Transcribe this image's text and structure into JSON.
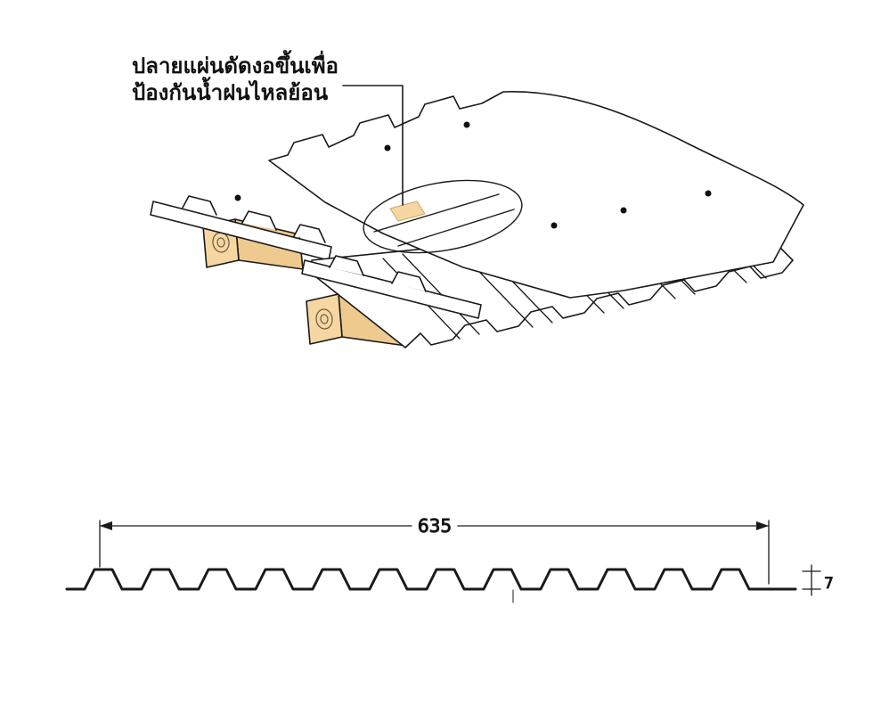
{
  "diagram": {
    "type": "roofing-sheet-installation",
    "annotation": {
      "line1": "ปลายแผ่นดัดงอขึ้นเพื่อ",
      "line2": "ป้องกันน้ำฝนไหลย้อน"
    },
    "profile": {
      "width_label": "635",
      "height_label": "7"
    },
    "colors": {
      "line": "#1a1a1a",
      "wood": "#f6d7a2",
      "wood_shade": "#efca8e",
      "sheet": "#ffffff",
      "background": "#ffffff"
    }
  }
}
